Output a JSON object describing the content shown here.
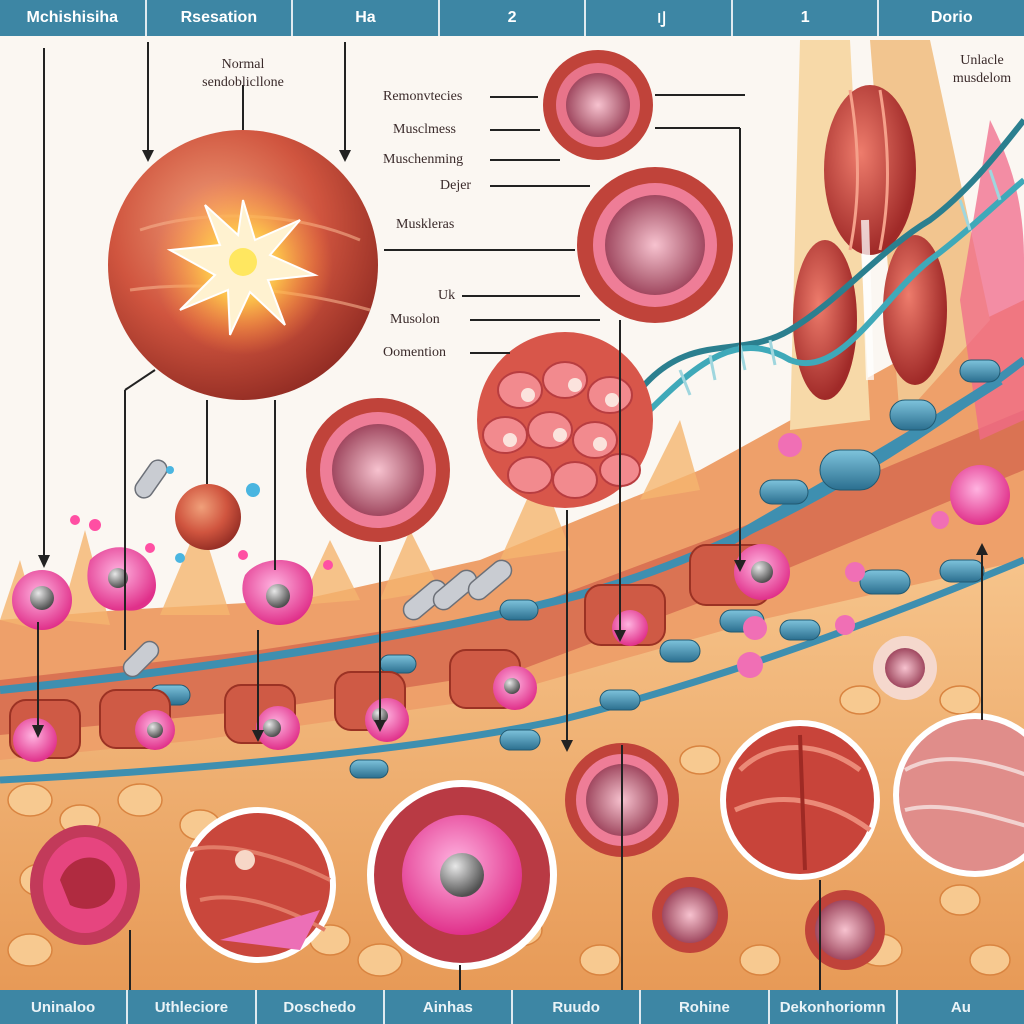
{
  "top_tabs": [
    "Mchishisiha",
    "Rsesation",
    "Ha",
    "2",
    "刂",
    "1",
    "Dorio"
  ],
  "bottom_tabs": [
    "Uninaloo",
    "Uthleciore",
    "Doschedo",
    "Ainhas",
    "Ruudo",
    "Rohine",
    "Dekonhoriomn",
    "Au"
  ],
  "labels": {
    "normal_line1": "Normal",
    "normal_line2": "sendoblicllone",
    "right_top_line1": "Unlacle",
    "right_top_line2": "musdelom",
    "remonvtecies": "Remonvtecies",
    "musclmess": "Musclmess",
    "muschenming": "Muschenming",
    "dejer": "Dejer",
    "muskleras": "Muskleras",
    "uk": "Uk",
    "musolon": "Musolon",
    "oomention": "Oomention"
  },
  "colors": {
    "tab_bar": "#3d86a4",
    "muscle_red": "#c8443a",
    "pink_cell": "#ec4fa0",
    "vessel_blue": "#3e8fb0",
    "fat_tissue": "#f2b87c"
  }
}
